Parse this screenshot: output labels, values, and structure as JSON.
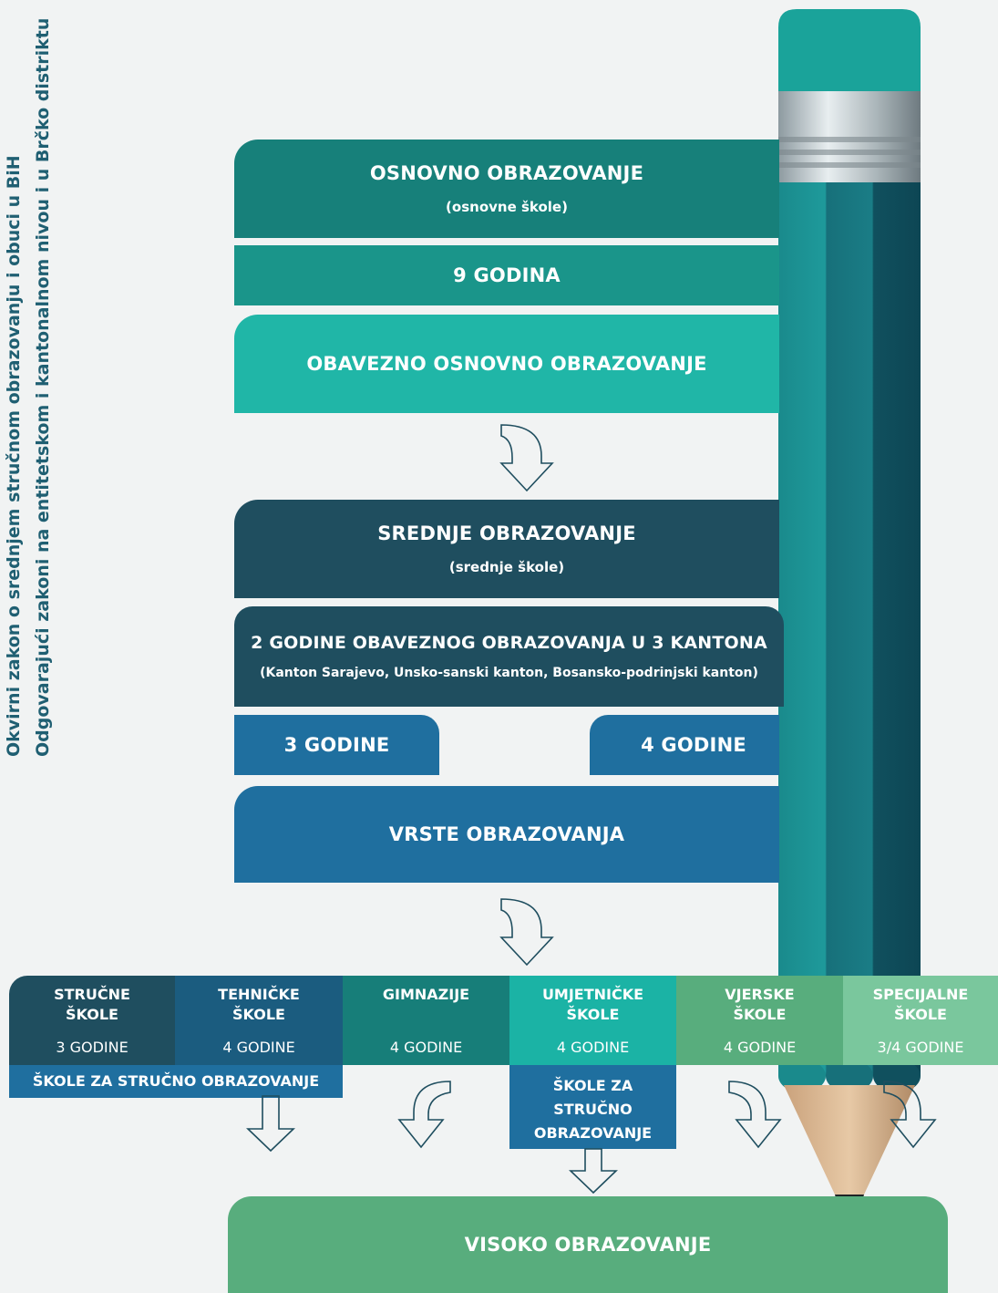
{
  "side_titles": {
    "line1": "Okvirni zakon o srednjem stručnom obrazovanju i obuci u BiH",
    "line2": "Odgovarajući zakoni na  entitetskom i kantonalnom nivou i u Brčko distriktu"
  },
  "primary": {
    "title": "OSNOVNO OBRAZOVANJE",
    "subtitle": "(osnovne škole)",
    "duration": "9 GODINA",
    "mandatory": "OBAVEZNO OSNOVNO OBRAZOVANJE"
  },
  "secondary": {
    "title": "SREDNJE OBRAZOVANJE",
    "subtitle": "(srednje škole)",
    "mandatory_title": "2 GODINE OBAVEZNOG OBRAZOVANJA U 3 KANTONA",
    "mandatory_cantons": "(Kanton Sarajevo, Unsko-sanski kanton, Bosansko-podrinjski kanton)",
    "three_years": "3 GODINE",
    "four_years": "4 GODINE",
    "types": "VRSTE OBRAZOVANJA"
  },
  "categories": [
    {
      "line1": "STRUČNE",
      "line2": "ŠKOLE",
      "years": "3 GODINE",
      "color": "#1f4e5f"
    },
    {
      "line1": "TEHNIČKE",
      "line2": "ŠKOLE",
      "years": "4 GODINE",
      "color": "#1b5c7f"
    },
    {
      "line1": "GIMNAZIJE",
      "line2": "",
      "years": "4 GODINE",
      "color": "#177e79"
    },
    {
      "line1": "UMJETNIČKE",
      "line2": "ŠKOLE",
      "years": "4 GODINE",
      "color": "#1bb3a5"
    },
    {
      "line1": "VJERSKE",
      "line2": "ŠKOLE",
      "years": "4 GODINE",
      "color": "#58ad7d"
    },
    {
      "line1": "SPECIJALNE",
      "line2": "ŠKOLE",
      "years": "3/4 GODINE",
      "color": "#7ac79d"
    }
  ],
  "vocational_banner": "ŠKOLE ZA STRUČNO OBRAZOVANJE",
  "vocational_box": {
    "line1": "ŠKOLE ZA",
    "line2": "STRUČNO",
    "line3": "OBRAZOVANJE"
  },
  "higher": "VISOKO OBRAZOVANJE"
}
